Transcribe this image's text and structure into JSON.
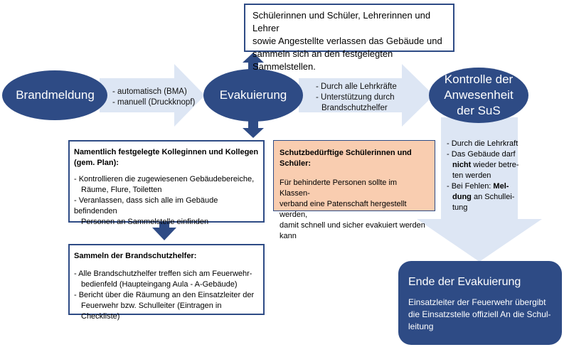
{
  "colors": {
    "node": "#2e4b85",
    "arrow": "#dde6f4",
    "box_border": "#2e4b85",
    "highlight": "#f9cdb0"
  },
  "nodes": {
    "brandmeldung": "Brandmeldung",
    "evakuierung": "Evakuierung",
    "kontrolle": [
      "Kontrolle der",
      "Anwesenheit",
      "der SuS"
    ]
  },
  "arrow1_text": [
    "- automatisch (BMA)",
    "- manuell (Druckknopf)"
  ],
  "arrow2_text": [
    "- Durch alle Lehrkräfte",
    "- Unterstützung durch",
    "Brandschutzhelfer"
  ],
  "top_box": [
    "Schülerinnen und Schüler, Lehrerinnen und Lehrer",
    "sowie Angestellte verlassen das Gebäude und",
    "sammeln sich an den festgelegten Sammelstellen."
  ],
  "kollegen_box": {
    "heading": [
      "Namentlich festgelegte Kolleginnen und Kollegen",
      "(gem. Plan):"
    ],
    "items": [
      [
        "- Kontrollieren die zugewiesenen Gebäudebereiche,",
        "Räume, Flure, Toiletten"
      ],
      [
        "- Veranlassen, dass sich alle im Gebäude befindenden",
        "Personen an Sammelstelle einfinden"
      ]
    ]
  },
  "brand_box": {
    "heading": "Sammeln der Brandschutzhelfer:",
    "items": [
      [
        "- Alle Brandschutzhelfer treffen sich am Feuerwehr-",
        "bedienfeld (Haupteingang Aula - A-Gebäude)"
      ],
      [
        "- Bericht über die Räumung an den Einsatzleiter der",
        "Feuerwehr bzw. Schulleiter (Eintragen in Checkliste)"
      ]
    ]
  },
  "schutz_box": {
    "heading": "Schutzbedürftige Schülerinnen und Schüler:",
    "lines": [
      "Für behinderte Personen sollte im Klassen-",
      "verband eine Patenschaft hergestellt werden,",
      "damit schnell und sicher evakuiert werden",
      "kann"
    ]
  },
  "side_text": {
    "l1": "- Durch die Lehrkraft",
    "l2": "- Das Gebäude darf",
    "l3_bold": "nicht",
    "l3_rest": " wieder betre-",
    "l4": "ten werden",
    "l5": "- Bei Fehlen: ",
    "l5_bold": "Mel-",
    "l6_bold": "dung",
    "l6_rest": " an Schullei-",
    "l7": "tung"
  },
  "ende": {
    "title": "Ende der Evakuierung",
    "text": [
      "Einsatzleiter der Feuerwehr übergibt",
      "die Einsatzstelle offiziell An die Schul-",
      "leitung"
    ]
  }
}
